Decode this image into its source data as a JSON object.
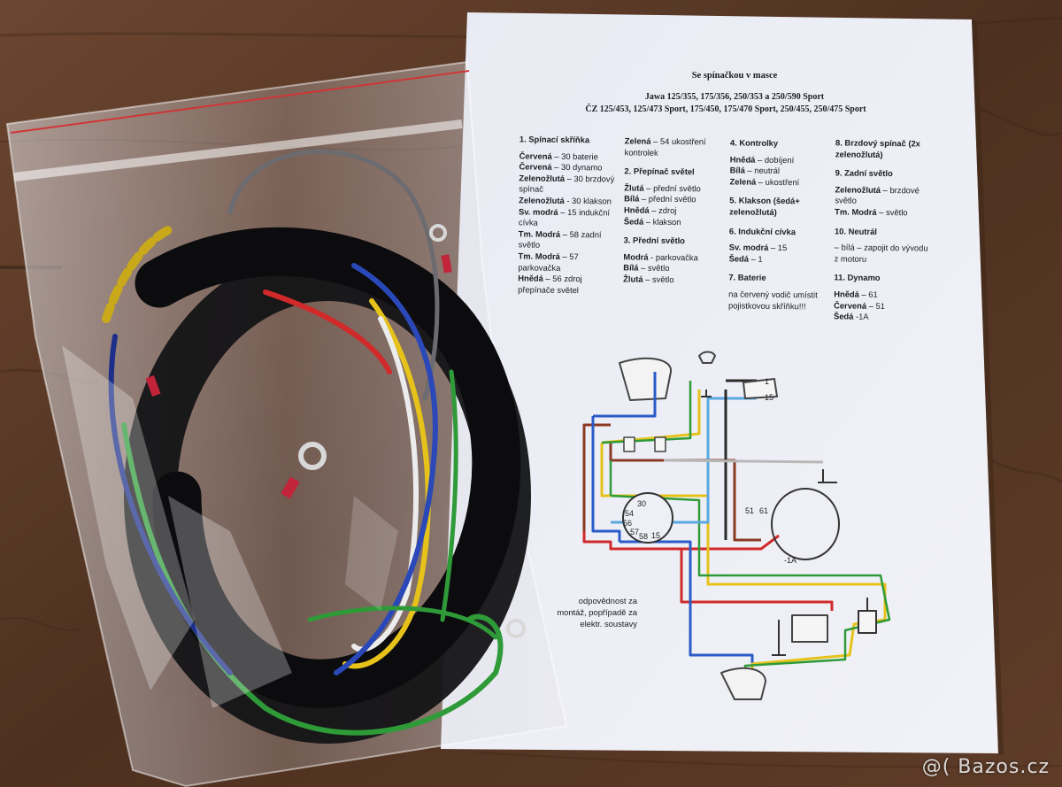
{
  "sheet": {
    "title": "Se spínačkou v masce",
    "subtitle_1": "Jawa 125/355, 175/356, 250/353 a 250/590 Sport",
    "subtitle_2": "ČZ 125/453, 125/473 Sport, 175/450, 175/470 Sport, 250/455, 250/475 Sport",
    "columns": [
      {
        "sections": [
          {
            "heading": "1. Spínací skříňka",
            "items": [
              {
                "key": "Červená",
                "text": " – 30 baterie"
              },
              {
                "key": "Červená",
                "text": " – 30 dynamo"
              },
              {
                "key": "Zelenožlutá",
                "text": " – 30 brzdový spínač"
              },
              {
                "key": "Zelenožlutá",
                "text": " - 30 klakson"
              },
              {
                "key": "Sv. modrá",
                "text": " – 15 indukční cívka"
              },
              {
                "key": "Tm. Modrá",
                "text": " – 58 zadní světlo"
              },
              {
                "key": "Tm. Modrá",
                "text": " – 57 parkovačka"
              },
              {
                "key": "Hnědá",
                "text": " – 56 zdroj přepínače světel"
              }
            ]
          }
        ]
      },
      {
        "sections": [
          {
            "heading": "",
            "items": [
              {
                "key": "Zelená",
                "text": " – 54 ukostření kontrolek"
              }
            ]
          },
          {
            "heading": "2. Přepínač světel",
            "items": [
              {
                "key": "Žlutá",
                "text": " – přední světlo"
              },
              {
                "key": "Bílá",
                "text": " – přední světlo"
              },
              {
                "key": "Hnědá",
                "text": " – zdroj"
              },
              {
                "key": "Šedá",
                "text": " – klakson"
              }
            ]
          },
          {
            "heading": "3. Přední světlo",
            "items": [
              {
                "key": "Modrá",
                "text": " - parkovačka"
              },
              {
                "key": "Bílá",
                "text": " – světlo"
              },
              {
                "key": "Žlutá",
                "text": " – světlo"
              }
            ]
          }
        ]
      },
      {
        "sections": [
          {
            "heading": "4. Kontrolky",
            "items": [
              {
                "key": "Hnědá",
                "text": " – dobíjení"
              },
              {
                "key": "Bílá",
                "text": " – neutrál"
              },
              {
                "key": "Zelená",
                "text": " – ukostření"
              }
            ]
          },
          {
            "heading": "5. Klakson (šedá+ zelenožlutá)",
            "items": []
          },
          {
            "heading": "6. Indukční cívka",
            "items": [
              {
                "key": "Sv. modrá",
                "text": " – 15"
              },
              {
                "key": "Šedá",
                "text": " – 1"
              }
            ]
          },
          {
            "heading": "7. Baterie",
            "items": [
              {
                "key": "",
                "text": "na červený vodič umístit pojistkovou skříňku!!!"
              }
            ]
          }
        ]
      },
      {
        "sections": [
          {
            "heading": "8. Brzdový spínač (2x zelenožlutá)",
            "items": []
          },
          {
            "heading": "9. Zadní světlo",
            "items": [
              {
                "key": "Zelenožlutá",
                "text": " – brzdové světlo"
              },
              {
                "key": "Tm. Modrá",
                "text": " – světlo"
              }
            ]
          },
          {
            "heading": "10. Neutrál",
            "items": [
              {
                "key": "",
                "text": "– bílá – zapojit do vývodu z motoru"
              }
            ]
          },
          {
            "heading": "11. Dynamo",
            "items": [
              {
                "key": "Hnědá",
                "text": " – 61"
              },
              {
                "key": "Červená",
                "text": " – 51"
              },
              {
                "key": "Šedá",
                "text": " -1A"
              }
            ]
          }
        ]
      }
    ],
    "diagram_labels": [
      "30",
      "54",
      "56",
      "57",
      "58",
      "15",
      "1",
      "15",
      "51",
      "61",
      "-1A"
    ],
    "disclaimer_lines": [
      "odpovědnost za",
      "montáž, popřípadě za",
      "elektr. soustavy"
    ]
  },
  "watermark": "@( Bazos.cz",
  "colors": {
    "table_wood": "#5a3a24",
    "paper": "#eceef6",
    "wire_red": "#d02a2a",
    "wire_blue": "#2a5cc8",
    "wire_green": "#2e9a38",
    "wire_yellow": "#e6c21a",
    "wire_brown": "#8a3a22",
    "wire_lightblue": "#5aa8e0",
    "wire_grey": "#9a9a9a"
  }
}
